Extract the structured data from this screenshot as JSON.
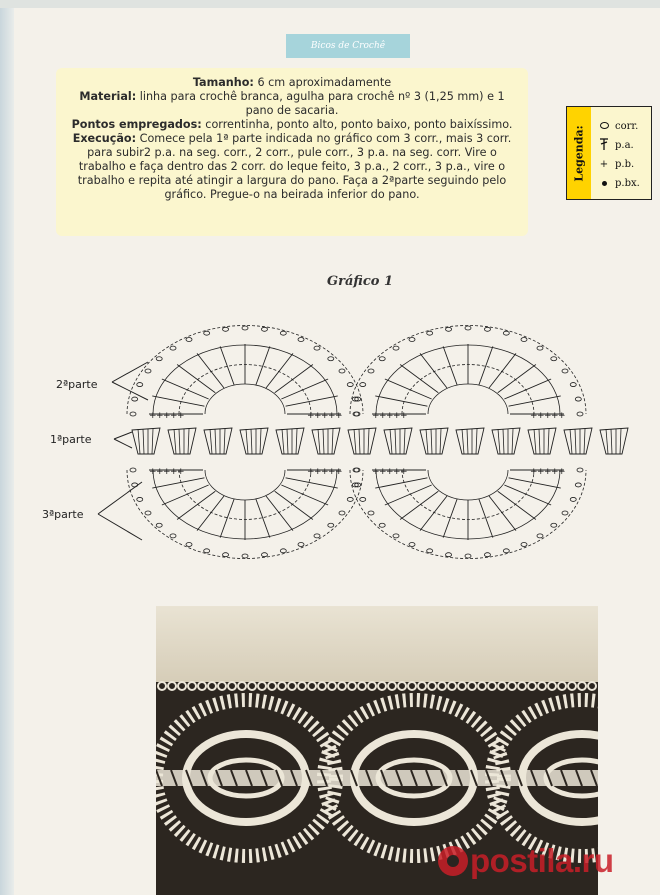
{
  "header": {
    "section": "Bicos de Crochê"
  },
  "instructions": {
    "size_label": "Tamanho:",
    "size_value": " 6 cm aproximadamente",
    "material_label": "Material:",
    "material_value": " linha para crochê branca, agulha para crochê nº 3 (1,25 mm) e 1 pano de sacaria.",
    "stitches_label": "Pontos empregados:",
    "stitches_value": " correntinha, ponto alto, ponto baixo, ponto baixíssimo.",
    "execution_label": "Execução:",
    "execution_value": " Comece pela 1ª parte indicada no gráfico com 3 corr., mais 3 corr. para subir2 p.a. na seg. corr., 2 corr., pule corr., 3 p.a. na seg. corr. Vire o trabalho e faça dentro das 2 corr. do leque feito, 3 p.a., 2 corr., 3 p.a., vire o trabalho e repita até atingir a largura do pano. Faça a 2ªparte seguindo pelo gráfico. Pregue-o na beirada inferior do pano."
  },
  "legend": {
    "title": "Legenda:",
    "items": [
      {
        "symbol": "chain-oval-icon",
        "label": "corr."
      },
      {
        "symbol": "double-crochet-icon",
        "label": "p.a."
      },
      {
        "symbol": "single-crochet-icon",
        "label": "p.b."
      },
      {
        "symbol": "slip-stitch-icon",
        "label": "p.bx."
      }
    ]
  },
  "chart": {
    "title": "Gráfico 1",
    "labels": {
      "part2": "2ªparte",
      "part1": "1ªparte",
      "part3": "3ªparte"
    }
  },
  "watermark": {
    "text": "postila.ru"
  },
  "colors": {
    "header_band": "#a6d4db",
    "instructions_bg": "#fbf6ce",
    "legend_tab": "#ffd300",
    "watermark": "#c81e28"
  }
}
